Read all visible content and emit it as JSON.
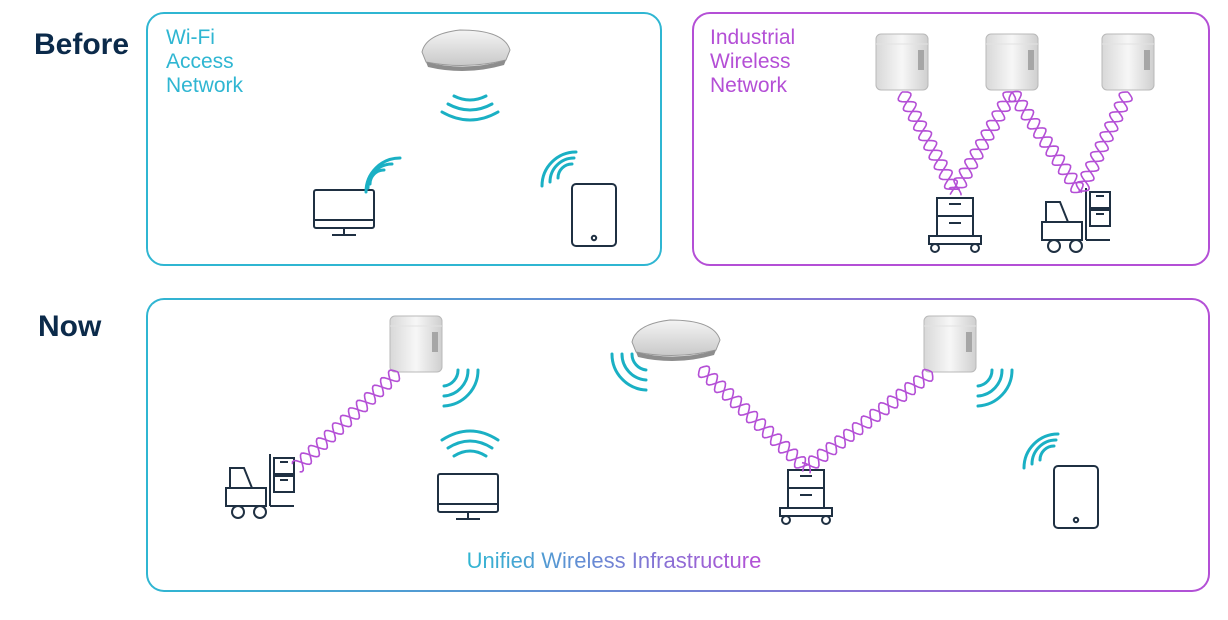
{
  "rows": {
    "before": "Before",
    "now": "Now"
  },
  "panels": {
    "wifi": {
      "title_lines": [
        "Wi-Fi",
        "Access",
        "Network"
      ]
    },
    "industrial": {
      "title_lines": [
        "Industrial",
        "Wireless",
        "Network"
      ]
    },
    "unified": {
      "caption": "Unified Wireless Infrastructure"
    }
  },
  "colors": {
    "wifi": "#2fb6d2",
    "industrial": "#b44fd6",
    "ink": "#0b2a4a"
  },
  "icons": [
    "ceiling-access-point-icon",
    "industrial-radio-icon",
    "monitor-icon",
    "tablet-icon",
    "forklift-icon",
    "cart-icon",
    "wifi-waves-icon",
    "helix-link-icon"
  ]
}
